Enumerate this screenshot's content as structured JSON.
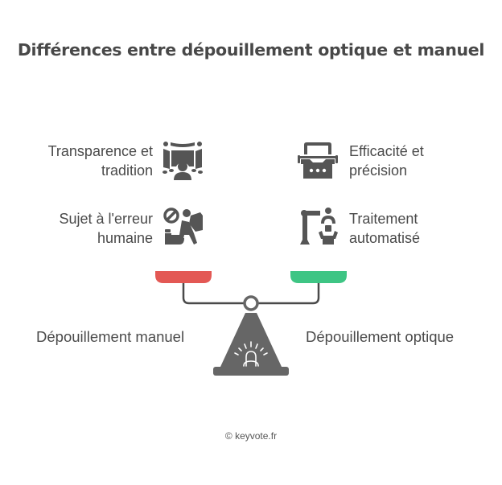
{
  "title": "Différences entre dépouillement optique et manuel",
  "left": {
    "heading": "Dépouillement manuel",
    "pan_color": "#e35854",
    "items": [
      {
        "line1": "Transparence et",
        "line2": "tradition",
        "icon": "audience-presentation-icon"
      },
      {
        "line1": "Sujet à l'erreur",
        "line2": "humaine",
        "icon": "person-error-prohibited-icon"
      }
    ]
  },
  "right": {
    "heading": "Dépouillement optique",
    "pan_color": "#3ec584",
    "items": [
      {
        "line1": "Efficacité et",
        "line2": "précision",
        "icon": "scanner-machine-icon"
      },
      {
        "line1": "Traitement",
        "line2": "automatisé",
        "icon": "robotic-arm-icon"
      }
    ]
  },
  "colors": {
    "icon": "#555555",
    "scale": "#666666",
    "beam": "#4a4a4a"
  },
  "footer": "© keyvote.fr"
}
